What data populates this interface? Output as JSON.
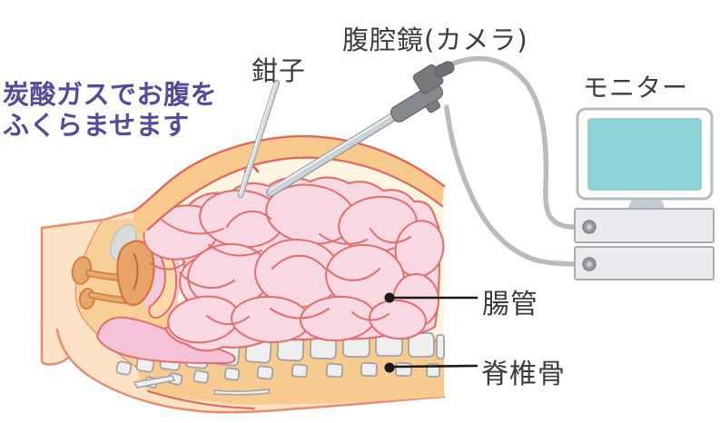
{
  "annotations": {
    "gas_note_line1": "炭酸ガスでお腹を",
    "gas_note_line2": "ふくらませます",
    "forceps": "鉗子",
    "laparoscope": "腹腔鏡(カメラ)",
    "monitor": "モニター",
    "intestine": "腸管",
    "vertebrae": "脊椎骨"
  },
  "palette": {
    "note_purple": "#574a9c",
    "label_text": "#3c3c3c",
    "leader_line": "#1a1a1a",
    "skin": "#fce3c6",
    "skin_outline": "#ed8a6e",
    "abdominal_wall": "#f8c98c",
    "wall_outline": "#e4655e",
    "cavity_cream": "#fdf5e0",
    "intestine_pink": "#f8d9e3",
    "intestine_outline": "#e1706c",
    "deep_pink": "#f3c8da",
    "rectum_pink": "#f5c3d7",
    "spine_band": "#f7cb90",
    "vertebra_gray": "#efefef",
    "vertebra_outline": "#a2a2a2",
    "uterus_orange": "#e8a369",
    "bladder_gray": "#d8dbdc",
    "instrument_gray": "#ccd3d8",
    "handle_gray": "#85888c",
    "cable_gray": "#b9bbbd",
    "screen_teal": "#8ed3d7",
    "equipment_box": "#e9ebee"
  }
}
